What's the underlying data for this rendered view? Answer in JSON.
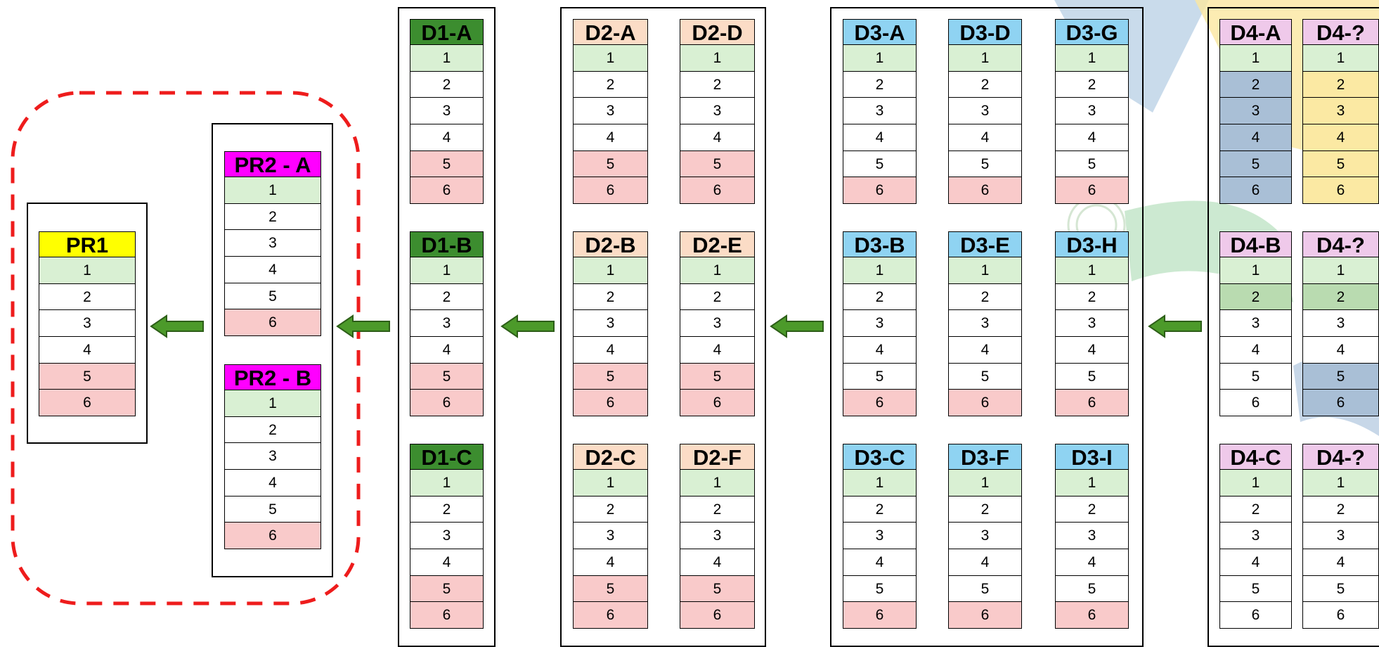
{
  "colors": {
    "pr1_header": "#ffff00",
    "pr2_header": "#ff00ff",
    "d1_header": "#3c8d2f",
    "d2_header": "#fbdcc6",
    "d3_header": "#8fd3f2",
    "d4_header": "#efc9ea",
    "row_first": "#d9f0d3",
    "row_last": "#f9caca",
    "arrow": "#4c9a2a",
    "dashed_frame": "#ee1c1c"
  },
  "rows": [
    "1",
    "2",
    "3",
    "4",
    "5",
    "6"
  ],
  "pr1": {
    "label": "PR1"
  },
  "pr2": [
    {
      "label": "PR2 - A"
    },
    {
      "label": "PR2 - B"
    }
  ],
  "d1": [
    {
      "label": "D1-A"
    },
    {
      "label": "D1-B"
    },
    {
      "label": "D1-C"
    }
  ],
  "d2": [
    {
      "label": "D2-A"
    },
    {
      "label": "D2-D"
    },
    {
      "label": "D2-B"
    },
    {
      "label": "D2-E"
    },
    {
      "label": "D2-C"
    },
    {
      "label": "D2-F"
    }
  ],
  "d3": [
    {
      "label": "D3-A"
    },
    {
      "label": "D3-D"
    },
    {
      "label": "D3-G"
    },
    {
      "label": "D3-B"
    },
    {
      "label": "D3-E"
    },
    {
      "label": "D3-H"
    },
    {
      "label": "D3-C"
    },
    {
      "label": "D3-F"
    },
    {
      "label": "D3-I"
    }
  ],
  "d4": [
    {
      "label": "D4-A"
    },
    {
      "label": "D4-?"
    },
    {
      "label": "D4-B"
    },
    {
      "label": "D4-?"
    },
    {
      "label": "D4-C"
    },
    {
      "label": "D4-?"
    }
  ]
}
